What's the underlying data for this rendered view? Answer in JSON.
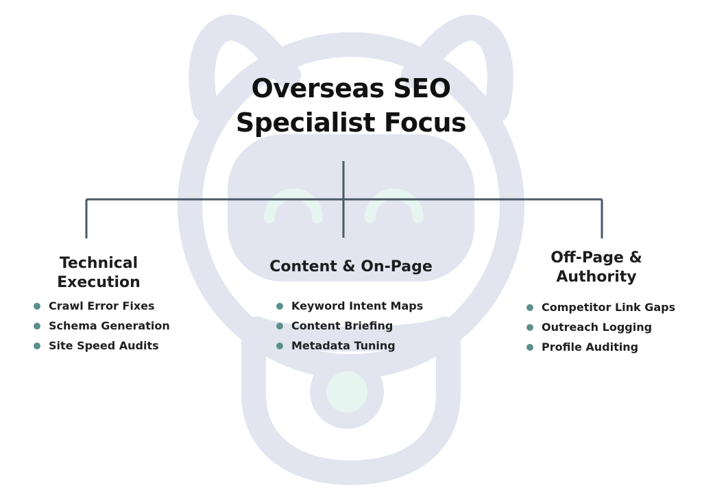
{
  "title": {
    "line1": "Overseas SEO",
    "line2": "Specialist Focus"
  },
  "colors": {
    "watermark": "#e2e5ef",
    "watermark_eyes": "#e6f5ef",
    "connector": "#4a5866",
    "bullet": "#5b8f8c",
    "text": "#1d1d1d"
  },
  "branches": [
    {
      "heading_line1": "Technical",
      "heading_line2": "Execution",
      "items": [
        "Crawl Error Fixes",
        "Schema Generation",
        "Site Speed Audits"
      ]
    },
    {
      "heading_line1": "Content & On-Page",
      "items": [
        "Keyword Intent Maps",
        "Content Briefing",
        "Metadata Tuning"
      ]
    },
    {
      "heading_line1": "Off-Page &",
      "heading_line2": "Authority",
      "items": [
        "Competitor Link Gaps",
        "Outreach Logging",
        "Profile Auditing"
      ]
    }
  ]
}
